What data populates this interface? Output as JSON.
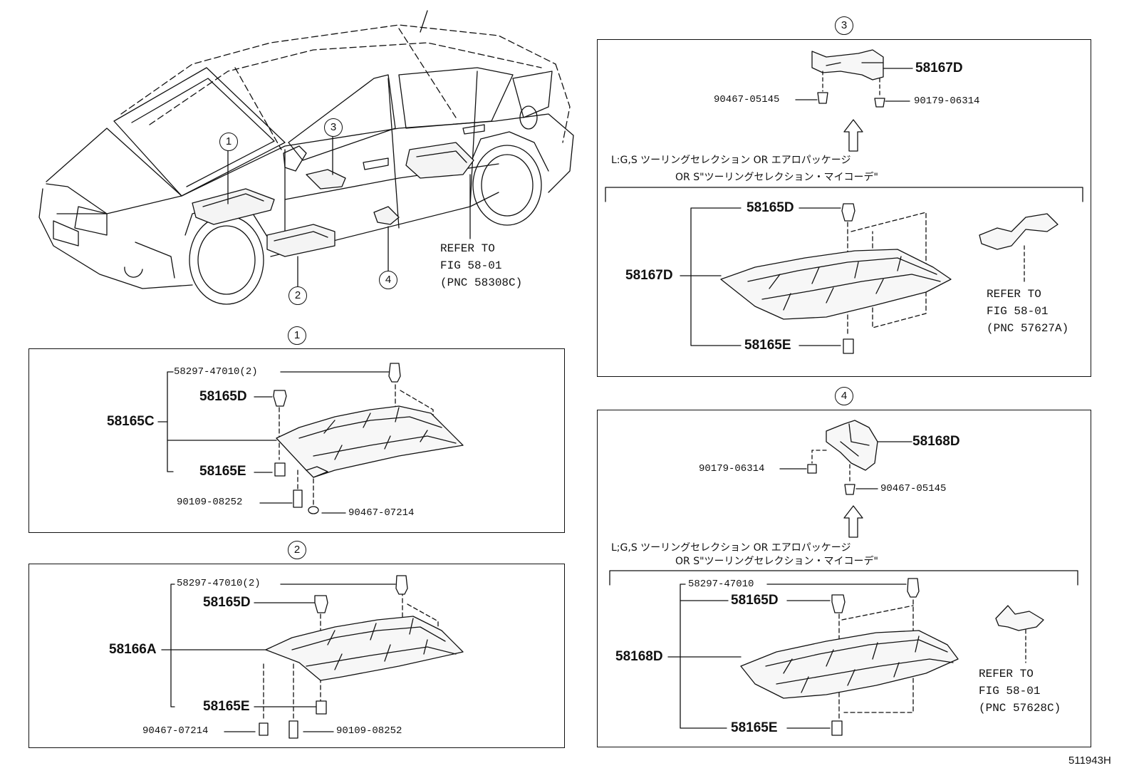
{
  "markers": [
    "1",
    "2",
    "3",
    "4"
  ],
  "car_refer": [
    "REFER TO",
    "FIG 58-01",
    "(PNC 58308C)"
  ],
  "sec1": {
    "p1": "58297-47010(2)",
    "p2": "58165D",
    "p3": "58165C",
    "p4": "58165E",
    "p5": "90109-08252",
    "p6": "90467-07214"
  },
  "sec2": {
    "p1": "58297-47010(2)",
    "p2": "58165D",
    "p3": "58166A",
    "p4": "58165E",
    "p5": "90467-07214",
    "p6": "90109-08252"
  },
  "sec3": {
    "p_top": "58167D",
    "p_left_screw": "90467-05145",
    "p_right_screw": "90179-06314",
    "note1": "L:G,S ツーリングセレクション OR エアロパッケージ",
    "note2": "OR S\"ツーリングセレクション・マイコーデ\"",
    "p_clip_top": "58165D",
    "p_main": "58167D",
    "p_clip_bottom": "58165E",
    "refer": [
      "REFER TO",
      "FIG 58-01",
      "(PNC 57627A)"
    ]
  },
  "sec4": {
    "p_top": "58168D",
    "p_left_screw": "90179-06314",
    "p_right_screw": "90467-05145",
    "note1": "L;G,S ツーリングセレクション OR エアロパッケージ",
    "note2": "OR S\"ツーリングセレクション・マイコーデ\"",
    "p_clip_a": "58297-47010",
    "p_clip_top": "58165D",
    "p_main": "58168D",
    "p_clip_bottom": "58165E",
    "refer": [
      "REFER TO",
      "FIG 58-01",
      "(PNC 57628C)"
    ]
  },
  "drawing_no": "511943H"
}
